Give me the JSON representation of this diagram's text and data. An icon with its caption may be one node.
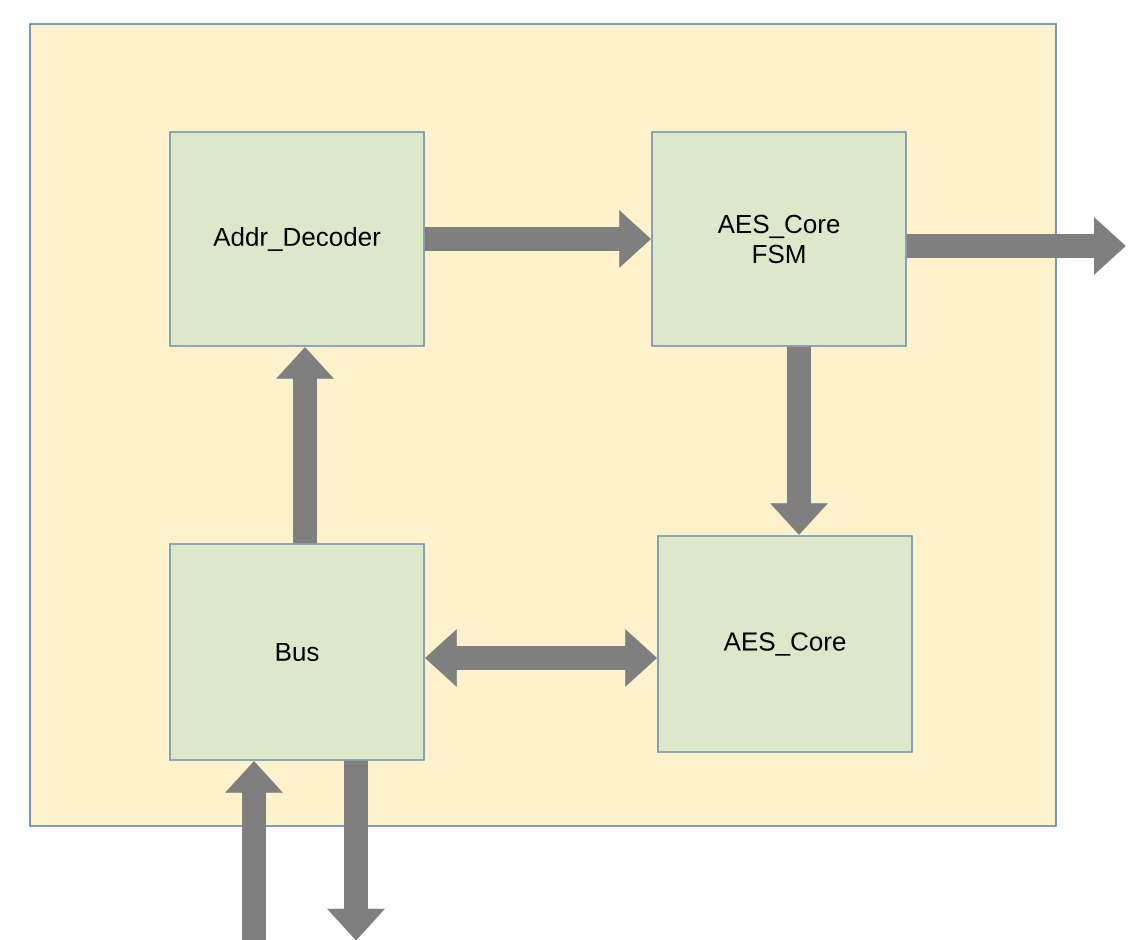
{
  "diagram": {
    "nodes": [
      {
        "text": [],
        "shape": "box"
      },
      {
        "text": [
          "Addr_Decoder"
        ],
        "in": 0
      },
      {
        "text": [
          "AES_Core FSM"
        ],
        "in": 0
      },
      {
        "text": [
          "Bus"
        ],
        "in": 0
      },
      {
        "text": [
          "AES_Core"
        ],
        "in": 0
      }
    ],
    "edges": [
      {
        "from": 1,
        "to": 2,
        "arrow": "to"
      },
      {
        "from": 2,
        "to": null,
        "arrow": "to"
      },
      {
        "from": 2,
        "to": 4,
        "arrow": "to"
      },
      {
        "from": 3,
        "to": 1,
        "arrow": "to"
      },
      {
        "from": 3,
        "to": 4,
        "arrow": "both"
      },
      {
        "from": null,
        "to": 3,
        "arrow": "to"
      },
      {
        "from": 3,
        "to": null,
        "arrow": "to"
      }
    ]
  }
}
